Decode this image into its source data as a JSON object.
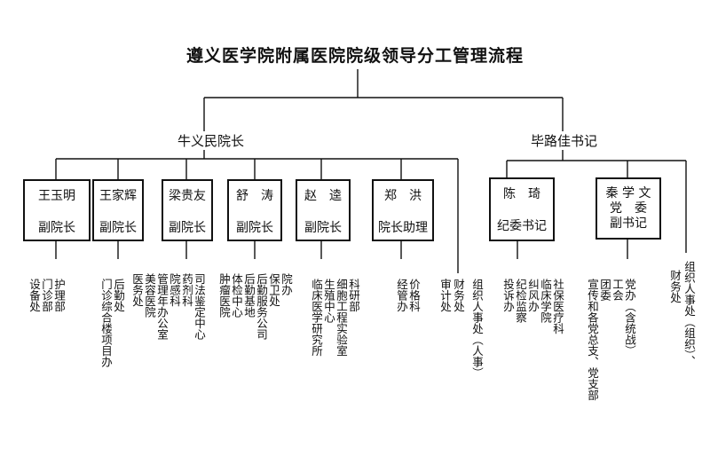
{
  "title": "遵义医学院附属医院院级领导分工管理流程",
  "leaders": {
    "president": "牛义民院长",
    "secretary": "毕路佳书记"
  },
  "boxes": [
    {
      "name": "王玉明",
      "role": "副院长"
    },
    {
      "name": "王家辉",
      "role": "副院长"
    },
    {
      "name": "梁贵友",
      "role": "副院长"
    },
    {
      "name": "舒　涛",
      "role": "副院长"
    },
    {
      "name": "赵　逵",
      "role": "副院长"
    },
    {
      "name": "郑　洪",
      "role": "院长助理"
    },
    {
      "name": "陈　琦",
      "role": "纪委书记"
    },
    {
      "name": "秦 学 文\n党　委\n副书记",
      "role": ""
    }
  ],
  "departments": {
    "b0": [
      "护理部",
      "门诊部",
      "设备处"
    ],
    "b1": [
      "后勤处",
      "门诊综合楼项目办"
    ],
    "b2": [
      "司法鉴定中心",
      "药剂科",
      "院感科",
      "管理年办公室",
      "美容医院",
      "医务处"
    ],
    "b3": [
      "院办",
      "保卫处",
      "后勤服务公司",
      "后勤基地",
      "体检中心",
      "肿瘤医院"
    ],
    "b4": [
      "科研部",
      "细胞工程实验室",
      "生殖中心",
      "临床医学研究所"
    ],
    "b5": [
      "价格科",
      "经管办"
    ],
    "p_extra": [
      "组织人事处（人事）",
      "财务处",
      "审计处"
    ],
    "b6": [
      "社保医疗科",
      "临床学院",
      "纠风办",
      "纪检监察",
      "投诉办"
    ],
    "b7": [
      "党办（含统战）",
      "工会",
      "团委",
      "宣传和各党总支、党支部"
    ],
    "s_extra": [
      "组织人事处（组织）、",
      "财务处"
    ]
  }
}
